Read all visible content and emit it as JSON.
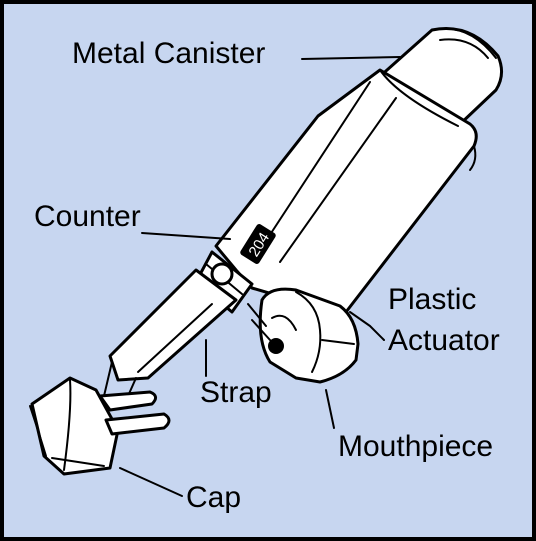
{
  "diagram": {
    "colors": {
      "background": "#c7d6f0",
      "body": "#ffffff",
      "ink": "#000000"
    },
    "labels": {
      "canister": "Metal Canister",
      "counter": "Counter",
      "counter_value": "204",
      "plastic": "Plastic",
      "actuator": "Actuator",
      "strap": "Strap",
      "mouthpiece": "Mouthpiece",
      "cap": "Cap"
    }
  }
}
